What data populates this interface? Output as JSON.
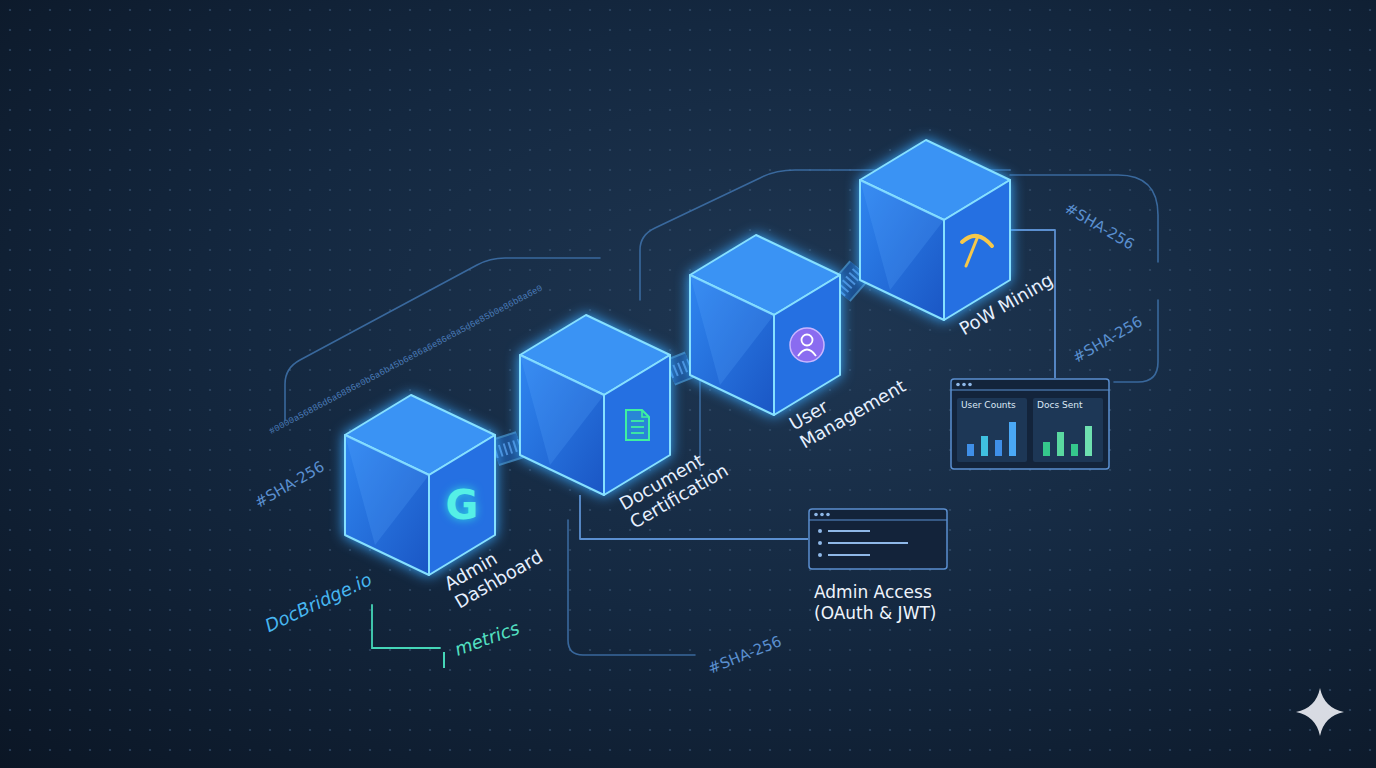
{
  "diagram": {
    "nodes": [
      {
        "text": [
          "G",
          "Admin Dashboard"
        ]
      },
      {
        "text": [
          "Document Certification"
        ]
      },
      {
        "text": [
          "User Management"
        ]
      },
      {
        "text": [
          "PoW Mining"
        ]
      },
      {
        "text": [
          "Admin Access (OAuth & JWT)"
        ]
      },
      {
        "text": [
          "User Counts",
          "Docs Sent"
        ]
      }
    ],
    "edges": [
      {
        "from": 0,
        "to": 1,
        "arrow": "none"
      },
      {
        "from": 1,
        "to": 2,
        "arrow": "none"
      },
      {
        "from": 2,
        "to": 3,
        "arrow": "none"
      },
      {
        "from": 1,
        "to": 4,
        "arrow": "none"
      },
      {
        "from": 3,
        "to": 5,
        "arrow": "none"
      }
    ],
    "labels": [
      "DocBridge.io",
      "metrics",
      "#SHA-256",
      "#SHA-256",
      "#SHA-256",
      "#SHA-256",
      "#0000a56886d6a6886e0b6a6b45b6e86a6e86e8a5d6e85b0e86b8a6e0"
    ]
  }
}
